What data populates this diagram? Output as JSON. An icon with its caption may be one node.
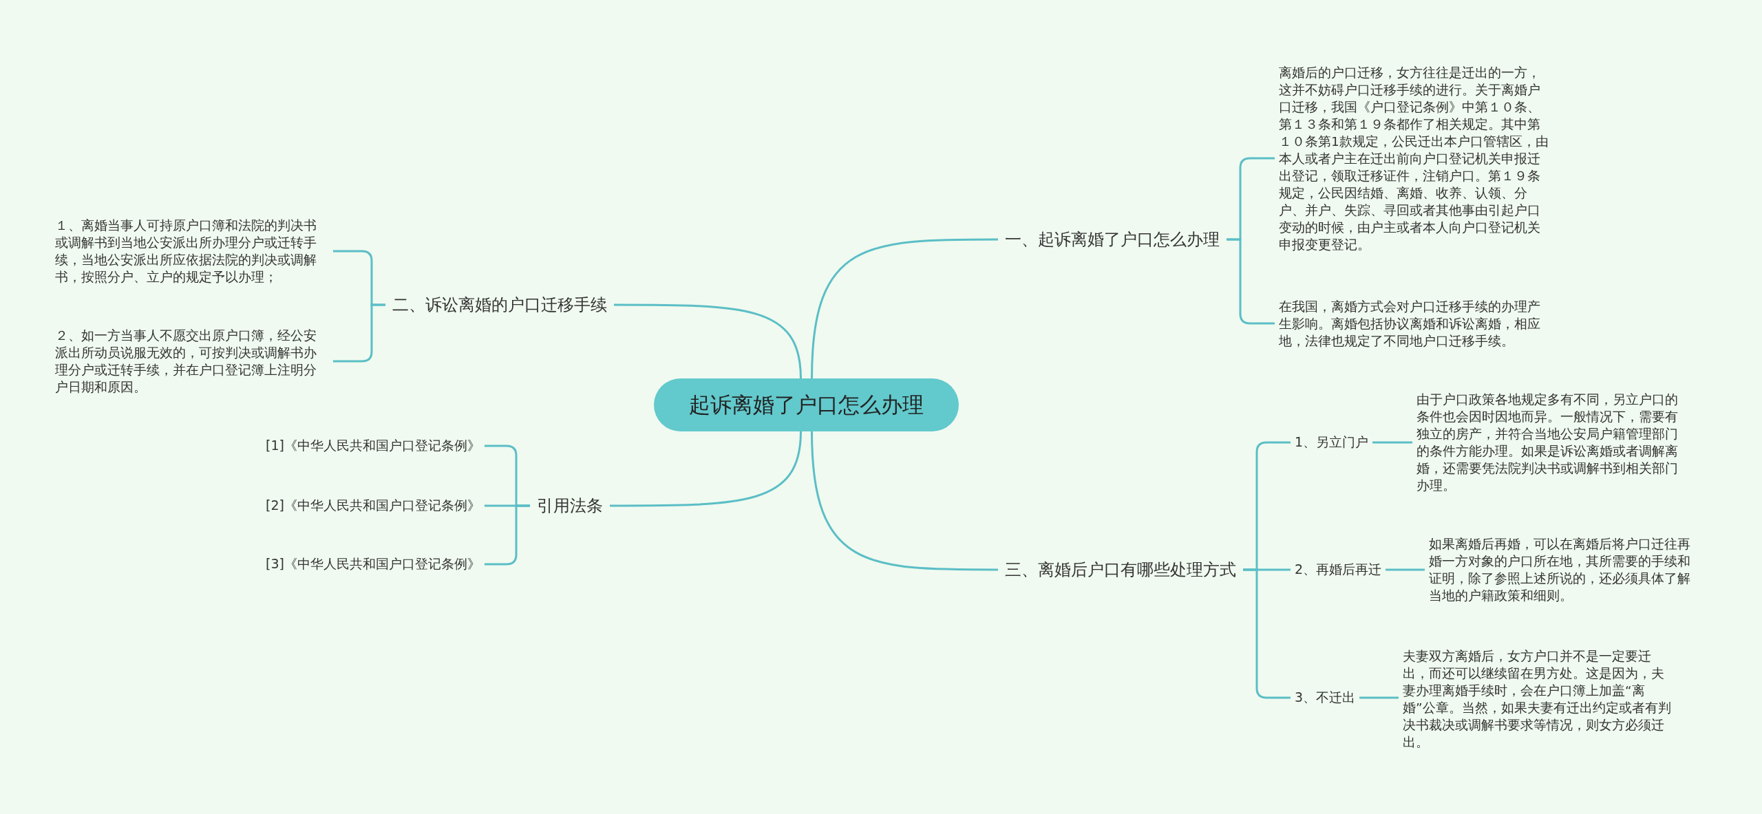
{
  "diagram": {
    "nodes": [
      {
        "text": [
          "起诉离婚了户口怎么办理"
        ]
      },
      {
        "text": [
          "一、起诉离婚了户口怎么办理"
        ]
      },
      {
        "text": [
          "离婚后的户口迁移，女方往往是迁出的一方，这并不妨碍户口迁移手续的进行。关于离婚户口迁移，我国《户口登记条例》中第１０条、第１３条和第１９条都作了相关规定。其中第１０条第1款规定，公民迁出本户口管辖区，由本人或者户主在迁出前向户口登记机关申报迁出登记，领取迁移证件，注销户口。第１９条规定，公民因结婚、离婚、收养、认领、分户、并户、失踪、寻回或者其他事由引起户口变动的时候，由户主或者本人向户口登记机关申报变更登记。"
        ]
      },
      {
        "text": [
          "在我国，离婚方式会对户口迁移手续的办理产生影响。离婚包括协议离婚和诉讼离婚，相应地，法律也规定了不同地户口迁移手续。"
        ]
      },
      {
        "text": [
          "二、诉讼离婚的户口迁移手续"
        ]
      },
      {
        "text": [
          "１、离婚当事人可持原户口簿和法院的判决书或调解书到当地公安派出所办理分户或迁转手续，当地公安派出所应依据法院的判决或调解书，按照分户、立户的规定予以办理；"
        ]
      },
      {
        "text": [
          "２、如一方当事人不愿交出原户口簿，经公安派出所动员说服无效的，可按判决或调解书办理分户或迁转手续，并在户口登记簿上注明分户日期和原因。"
        ]
      },
      {
        "text": [
          "引用法条"
        ]
      },
      {
        "text": [
          "[1]《中华人民共和国户口登记条例》"
        ]
      },
      {
        "text": [
          "[2]《中华人民共和国户口登记条例》"
        ]
      },
      {
        "text": [
          "[3]《中华人民共和国户口登记条例》"
        ]
      },
      {
        "text": [
          "三、离婚后户口有哪些处理方式"
        ]
      },
      {
        "text": [
          "1、另立门户"
        ]
      },
      {
        "text": [
          "由于户口政策各地规定多有不同，另立户口的条件也会因时因地而异。一般情况下，需要有独立的房产，并符合当地公安局户籍管理部门的条件方能办理。如果是诉讼离婚或者调解离婚，还需要凭法院判决书或调解书到相关部门办理。"
        ]
      },
      {
        "text": [
          "2、再婚后再迁"
        ]
      },
      {
        "text": [
          "如果离婚后再婚，可以在离婚后将户口迁往再婚一方对象的户口所在地，其所需要的手续和证明，除了参照上述所说的，还必须具体了解当地的户籍政策和细则。"
        ]
      },
      {
        "text": [
          "3、不迁出"
        ]
      },
      {
        "text": [
          "夫妻双方离婚后，女方户口并不是一定要迁出，而还可以继续留在男方处。这是因为，夫妻办理离婚手续时，会在户口簿上加盖“离婚”公章。当然，如果夫妻有迁出约定或者有判决书裁决或调解书要求等情况，则女方必须迁出。"
        ]
      }
    ],
    "edges": [
      {
        "from": 0,
        "to": 1,
        "arrow": "none"
      },
      {
        "from": 0,
        "to": 4,
        "arrow": "none"
      },
      {
        "from": 0,
        "to": 7,
        "arrow": "none"
      },
      {
        "from": 0,
        "to": 11,
        "arrow": "none"
      },
      {
        "from": 1,
        "to": 2,
        "arrow": "none"
      },
      {
        "from": 1,
        "to": 3,
        "arrow": "none"
      },
      {
        "from": 4,
        "to": 5,
        "arrow": "none"
      },
      {
        "from": 4,
        "to": 6,
        "arrow": "none"
      },
      {
        "from": 7,
        "to": 8,
        "arrow": "none"
      },
      {
        "from": 7,
        "to": 9,
        "arrow": "none"
      },
      {
        "from": 7,
        "to": 10,
        "arrow": "none"
      },
      {
        "from": 11,
        "to": 12,
        "arrow": "none"
      },
      {
        "from": 11,
        "to": 14,
        "arrow": "none"
      },
      {
        "from": 11,
        "to": 16,
        "arrow": "none"
      },
      {
        "from": 12,
        "to": 13,
        "arrow": "none"
      },
      {
        "from": 14,
        "to": 15,
        "arrow": "none"
      },
      {
        "from": 16,
        "to": 17,
        "arrow": "none"
      }
    ]
  }
}
